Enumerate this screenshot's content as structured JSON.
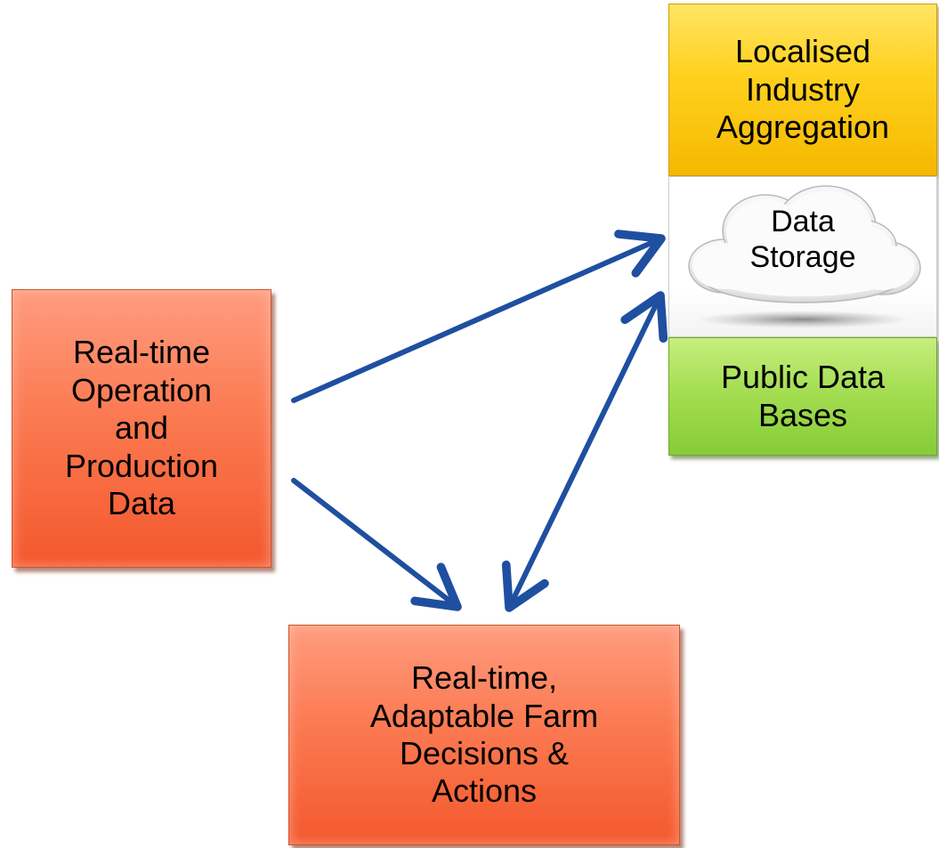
{
  "nodes": {
    "source": {
      "label": "Real-time\nOperation\nand\nProduction\nData"
    },
    "actions": {
      "label": "Real-time,\nAdaptable Farm\nDecisions &\nActions"
    },
    "industry": {
      "label": "Localised\nIndustry\nAggregation"
    },
    "storage": {
      "label": "Data\nStorage"
    },
    "public": {
      "label": "Public Data\nBases"
    }
  },
  "colors": {
    "arrow": "#1f4fa0",
    "orange": "#f4582d",
    "yellow": "#ffd21f",
    "green": "#a5de52"
  },
  "edges": [
    {
      "from": "source",
      "to": "storage",
      "direction": "forward"
    },
    {
      "from": "source",
      "to": "actions",
      "direction": "forward"
    },
    {
      "from": "actions",
      "to": "storage",
      "direction": "both"
    }
  ]
}
